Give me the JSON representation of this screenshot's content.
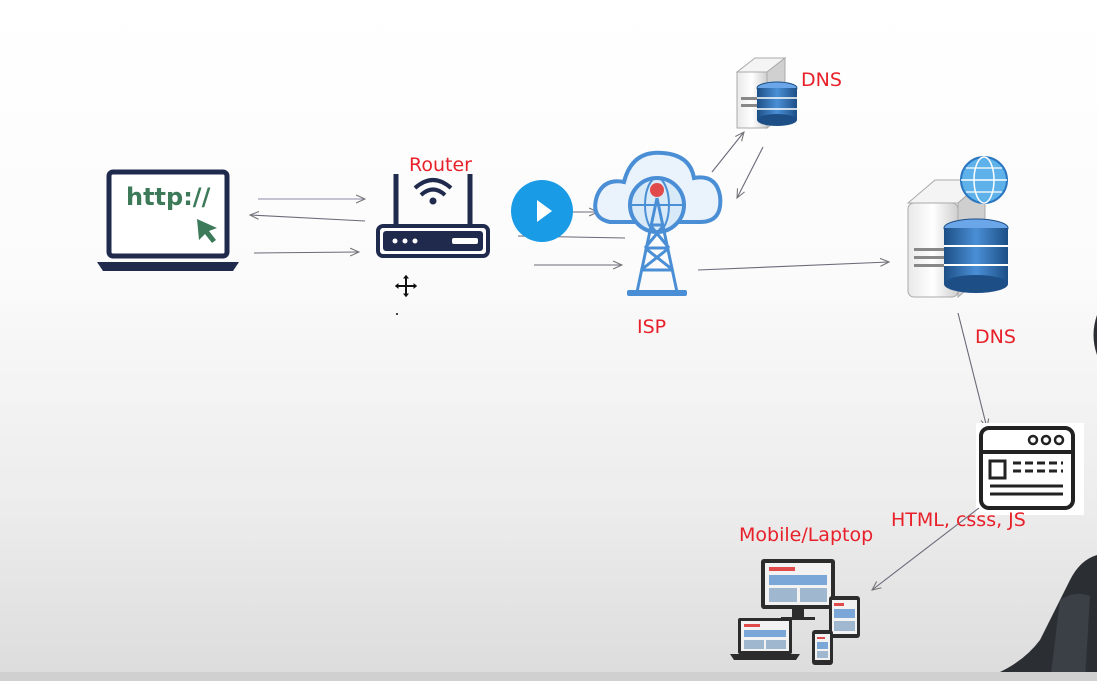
{
  "labels": {
    "url_text": "http://",
    "router": "Router",
    "isp": "ISP",
    "dns_top": "DNS",
    "dns_right": "DNS",
    "html_css_js": "HTML, csss, JS",
    "mobile_laptop": "Mobile/Laptop"
  },
  "colors": {
    "label_red": "#e8202a",
    "play_blue": "#1a9be6",
    "icon_navy": "#1f2a4d",
    "accent_blue": "#4a8fd6",
    "http_green": "#3d7a5a"
  },
  "icons": {
    "play": "play-icon",
    "cursor": "move-cursor-icon"
  }
}
